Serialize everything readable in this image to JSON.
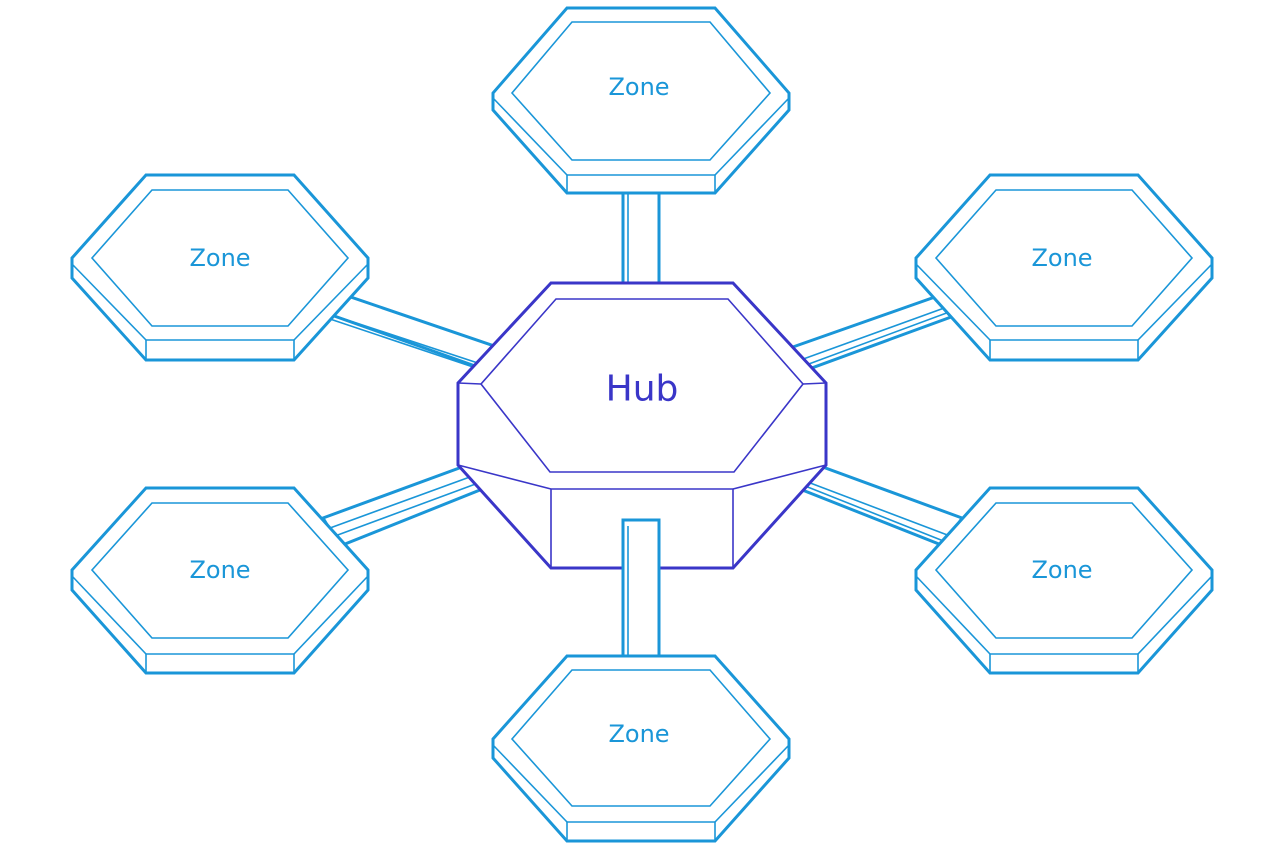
{
  "diagram": {
    "hub": {
      "label": "Hub",
      "color": "#3a36c8"
    },
    "zones": [
      {
        "id": "top",
        "label": "Zone"
      },
      {
        "id": "upper-left",
        "label": "Zone"
      },
      {
        "id": "upper-right",
        "label": "Zone"
      },
      {
        "id": "lower-left",
        "label": "Zone"
      },
      {
        "id": "lower-right",
        "label": "Zone"
      },
      {
        "id": "bottom",
        "label": "Zone"
      }
    ],
    "zone_color": "#1a96d8"
  }
}
